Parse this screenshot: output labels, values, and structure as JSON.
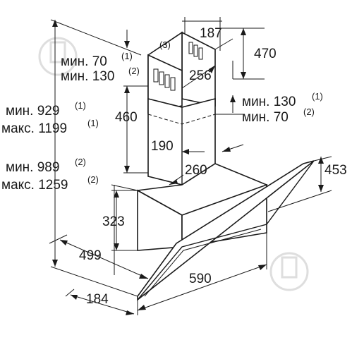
{
  "dimensions": {
    "chimney_depth": "187",
    "chimney_top_gap": "470",
    "chimney_width": "256",
    "note_mark": "(3)",
    "min_70_top": "мин. 70",
    "min_70_top_sup": "(1)",
    "min_130_top": "мин. 130",
    "min_130_top_sup": "(2)",
    "min_130_right": "мин. 130",
    "min_130_right_sup": "(1)",
    "min_70_right": "мин. 70",
    "min_70_right_sup": "(2)",
    "min_929": "мин. 929",
    "min_929_sup": "(1)",
    "max_1199": "макс. 1199",
    "max_1199_sup": "(1)",
    "chimney_height": "460",
    "inner_190": "190",
    "inner_260": "260",
    "min_989": "мин. 989",
    "min_989_sup": "(2)",
    "max_1259": "макс. 1259",
    "max_1259_sup": "(2)",
    "glass_height": "453",
    "body_height": "323",
    "depth_499": "499",
    "width_590": "590",
    "depth_184": "184"
  }
}
